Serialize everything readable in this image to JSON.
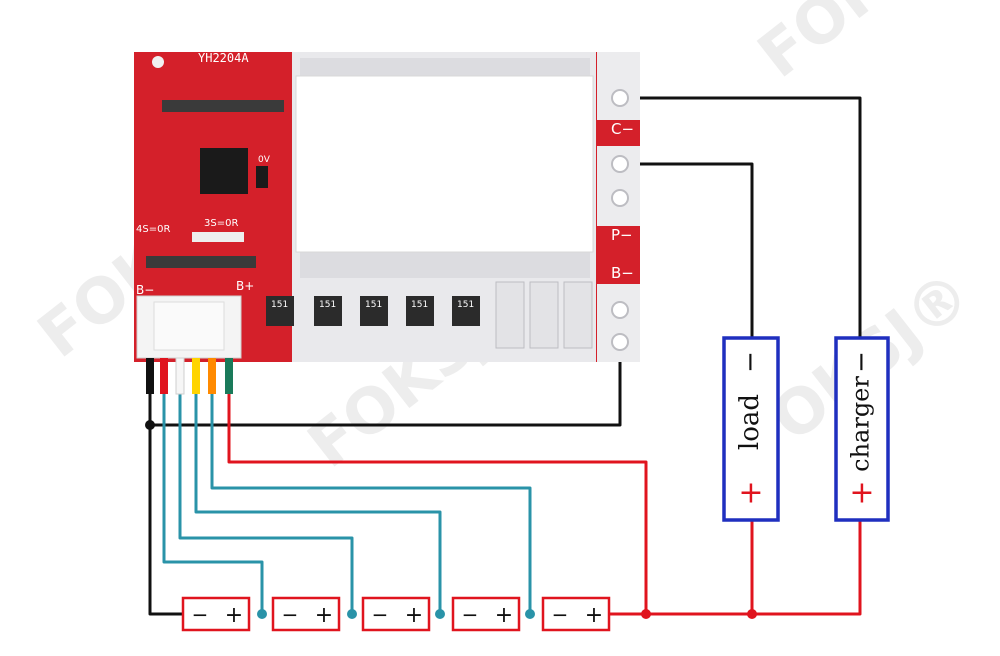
{
  "board": {
    "model": "YH2204A",
    "silk_left_minus": "B−",
    "silk_left_plus": "B+",
    "silk_c": "C−",
    "silk_p": "P−",
    "silk_b": "B−",
    "silk_resistor_1": "3S=0R",
    "silk_resistor_2": "4S=0R",
    "silk_voltage": "0V",
    "resistor_code": "151"
  },
  "load": {
    "label": "load",
    "minus": "−",
    "plus": "+"
  },
  "charger": {
    "label": "charger",
    "minus": "−",
    "plus": "+"
  },
  "cells": [
    {
      "minus": "−",
      "plus": "+"
    },
    {
      "minus": "−",
      "plus": "+"
    },
    {
      "minus": "−",
      "plus": "+"
    },
    {
      "minus": "−",
      "plus": "+"
    },
    {
      "minus": "−",
      "plus": "+"
    }
  ],
  "colors": {
    "pcb": "#d4202a",
    "pcb_dark": "#a8141c",
    "wire_red": "#e0141e",
    "wire_teal": "#2a93a8",
    "wire_black": "#111111",
    "box_blue": "#1f2fbf",
    "cell_red": "#e0141e",
    "watermark": "#ececec"
  },
  "watermark": {
    "text": "FOKSJ®"
  }
}
